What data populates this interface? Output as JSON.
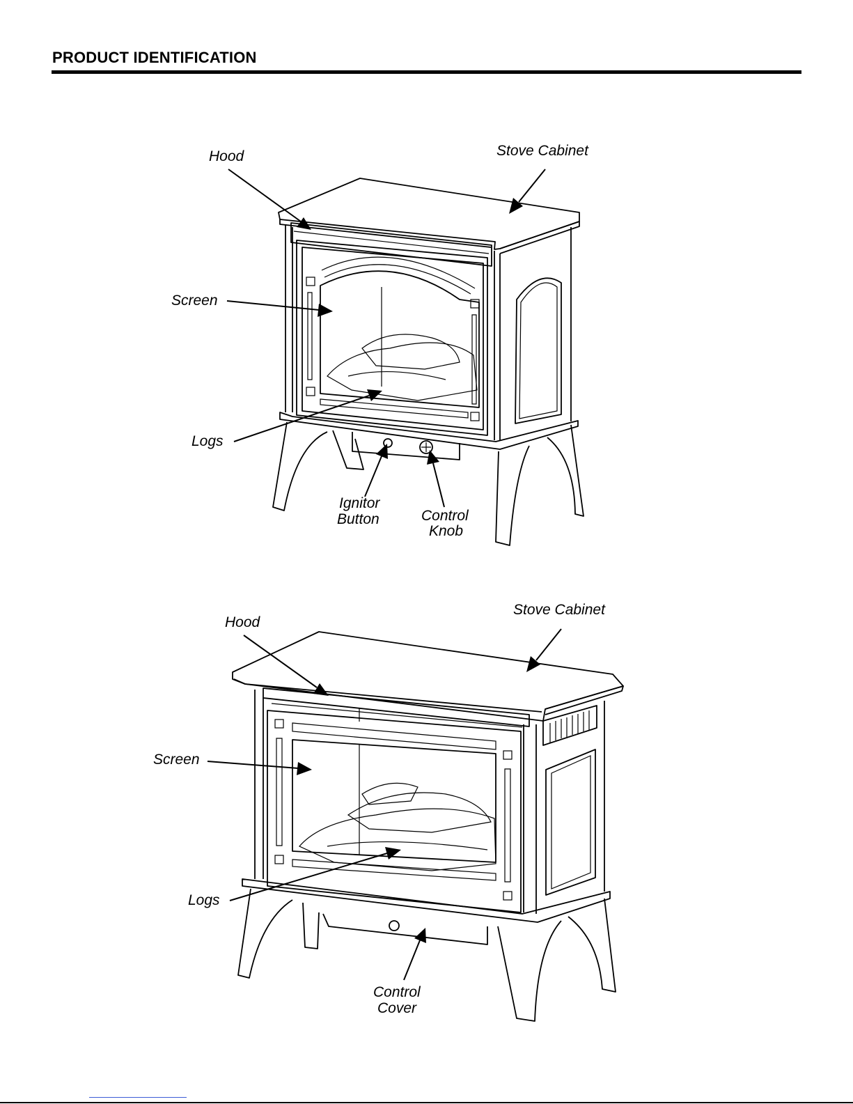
{
  "page": {
    "title": "PRODUCT IDENTIFICATION"
  },
  "figure1": {
    "labels": {
      "hood": "Hood",
      "stove_cabinet": "Stove Cabinet",
      "screen": "Screen",
      "logs": "Logs",
      "ignitor_button_line1": "Ignitor",
      "ignitor_button_line2": "Button",
      "control_knob_line1": "Control",
      "control_knob_line2": "Knob"
    }
  },
  "figure2": {
    "labels": {
      "hood": "Hood",
      "stove_cabinet": "Stove Cabinet",
      "screen": "Screen",
      "logs": "Logs",
      "control_cover_line1": "Control",
      "control_cover_line2": "Cover"
    }
  }
}
